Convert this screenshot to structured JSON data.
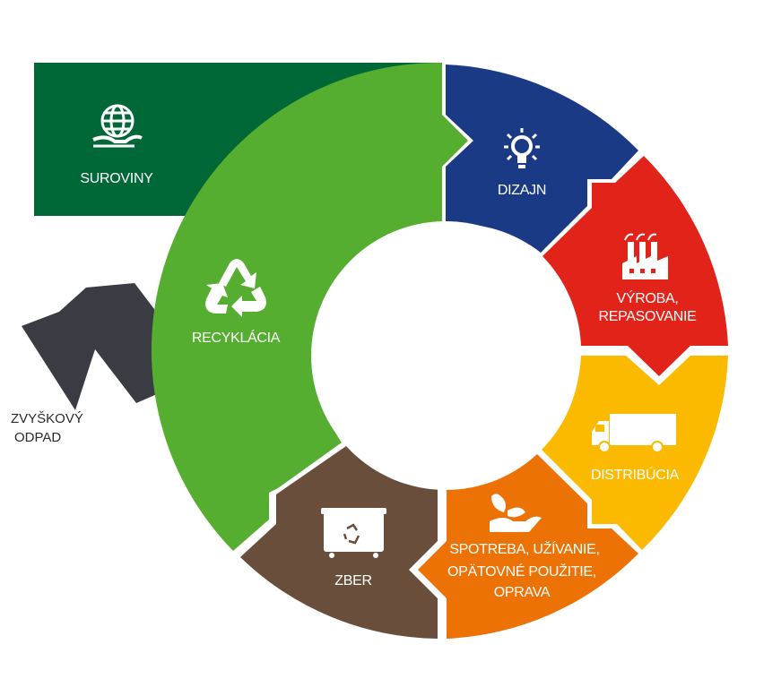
{
  "diagram": {
    "stages": {
      "suroviny": {
        "label": "SUROVINY",
        "icon": "globe-hand-icon",
        "color": "#006837"
      },
      "dizajn": {
        "label": "DIZAJN",
        "icon": "lightbulb-icon",
        "color": "#1b3a86"
      },
      "vyroba": {
        "line1": "VÝROBA,",
        "line2": "REPASOVANIE",
        "icon": "factory-icon",
        "color": "#e2231a"
      },
      "distribucia": {
        "label": "DISTRIBÚCIA",
        "icon": "truck-icon",
        "color": "#fbba00"
      },
      "spotreba": {
        "line1": "SPOTREBA, UŽÍVANIE,",
        "line2": "OPÄTOVNÉ POUŽITIE,",
        "line3": "OPRAVA",
        "icon": "leaf-hand-icon",
        "color": "#ec7206"
      },
      "zber": {
        "label": "ZBER",
        "icon": "recycling-bin-icon",
        "color": "#6a4e3c"
      },
      "recyklacia": {
        "label": "RECYKLÁCIA",
        "icon": "recycle-icon",
        "color": "#56ae31"
      }
    },
    "waste": {
      "line1": "ZVYŠKOVÝ",
      "line2": "ODPAD",
      "arrow_color": "#3b3c43"
    }
  }
}
